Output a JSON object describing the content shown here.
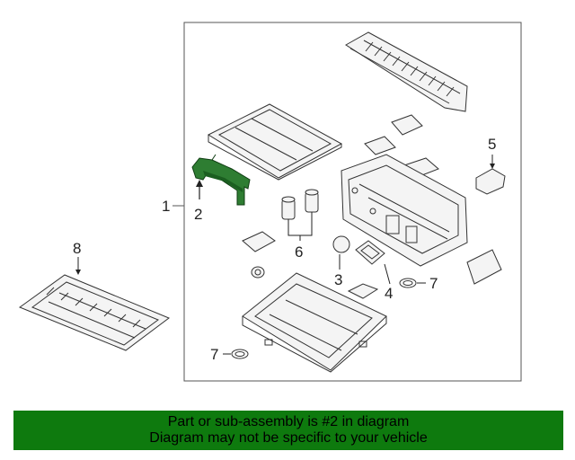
{
  "callouts": {
    "c1": "1",
    "c2": "2",
    "c3": "3",
    "c4": "4",
    "c5": "5",
    "c6": "6",
    "c7a": "7",
    "c7b": "7",
    "c8": "8"
  },
  "footer": {
    "line1": "Part or sub-assembly is #2 in diagram",
    "line2": "Diagram may not be specific to your vehicle"
  },
  "colors": {
    "highlight": "#2e7d32",
    "footer_bg": "#0e7a0e"
  }
}
